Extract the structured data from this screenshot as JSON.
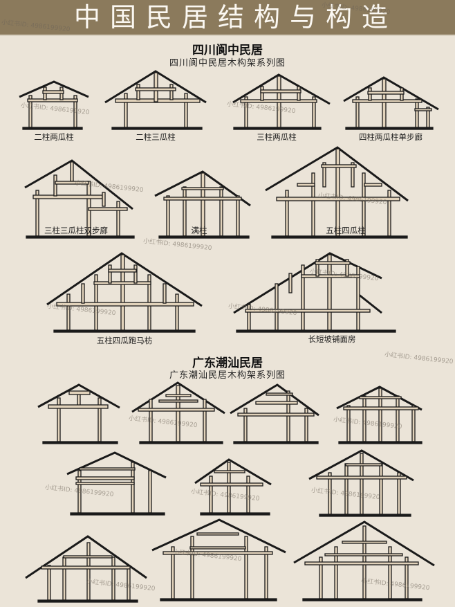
{
  "banner": {
    "title": "中国民居结构与构造",
    "bg_color": "#8b7a5c",
    "text_color": "#fbf8f2"
  },
  "sections": [
    {
      "title": "四川阆中民居",
      "subtitle": "四川阆中民居木构架系列图",
      "frames": [
        {
          "label": "二柱两瓜柱"
        },
        {
          "label": "二柱三瓜柱"
        },
        {
          "label": "三柱两瓜柱"
        },
        {
          "label": "四柱两瓜柱单步廊"
        },
        {
          "label": "三柱三瓜柱双步廊"
        },
        {
          "label": "满柱"
        },
        {
          "label": "五柱四瓜柱"
        },
        {
          "label": "五柱四瓜跑马枋"
        },
        {
          "label": "长短坡铺面房"
        }
      ]
    },
    {
      "title": "广东潮汕民居",
      "subtitle": "广东潮汕民居木构架系列图",
      "frames_count": 11
    }
  ],
  "watermark": {
    "text": "小红书ID: 4986199920"
  },
  "colors": {
    "background": "#ebe4d8",
    "timber": "#e2d3bb",
    "ink": "#1a1a1a"
  }
}
